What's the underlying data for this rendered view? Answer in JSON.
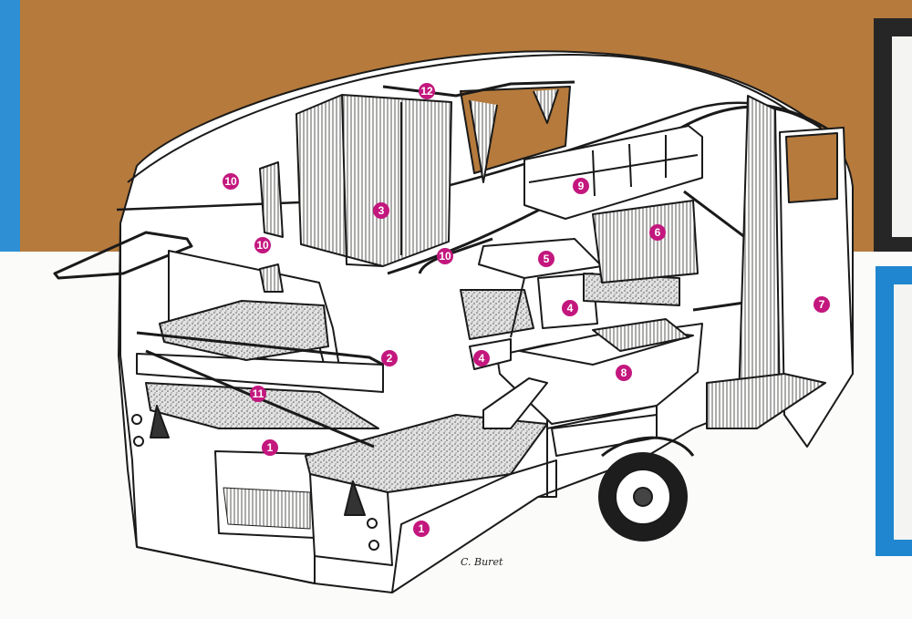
{
  "colors": {
    "band": "#b57a3c",
    "left_stripe": "#2e8fd4",
    "right_box_blue": "#1f86cf",
    "right_box_dark": "#262626",
    "callout": "#c3177e",
    "outline": "#1a1a1a",
    "foam": "#cfcfcf",
    "paper": "#fbfbf9"
  },
  "callouts": [
    {
      "label": "12"
    },
    {
      "label": "10"
    },
    {
      "label": "3"
    },
    {
      "label": "9"
    },
    {
      "label": "6"
    },
    {
      "label": "10"
    },
    {
      "label": "10"
    },
    {
      "label": "5"
    },
    {
      "label": "4"
    },
    {
      "label": "7"
    },
    {
      "label": "2"
    },
    {
      "label": "4"
    },
    {
      "label": "8"
    },
    {
      "label": "11"
    },
    {
      "label": "1"
    },
    {
      "label": "1"
    }
  ],
  "signature": "C. Buret"
}
